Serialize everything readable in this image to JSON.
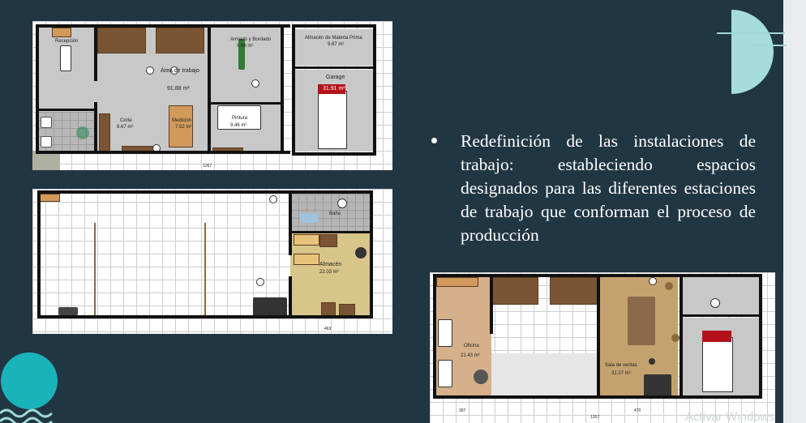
{
  "slide": {
    "bullet_text": "Redefinición de las instalaciones de trabajo: estableciendo espacios designados para las diferentes estaciones de trabajo que conforman el proceso de producción",
    "watermark": "Activar Windows"
  },
  "plan_top": {
    "rooms": {
      "recepcion": "Recepción",
      "area_trabajo": "Área de trabajo",
      "area_trabajo_size": "91.88 m²",
      "armado": "Armado y Bordado",
      "armado_size": "9.98 m²",
      "materia_prima": "Almacén de Materia Prima",
      "materia_prima_size": "9.87 m²",
      "garage": "Garage",
      "garage_size": "31.91 m²",
      "corte": "Corte",
      "corte_size": "8.67 m²",
      "medicion": "Medición",
      "medicion_size": "7.52 m²",
      "pintura": "Pintura",
      "pintura_size": "9.46 m²"
    },
    "dim_bottom": "1267"
  },
  "plan_mid": {
    "rooms": {
      "bano": "Baño",
      "almacen": "Almacén",
      "almacen_size": "22.03 m²"
    },
    "dim_bottom": "463"
  },
  "plan_bot": {
    "rooms": {
      "oficina": "Oficina",
      "oficina_size": "21.43 m²",
      "sala_ventas": "Sala de ventas",
      "sala_ventas_size": "31.27 m²"
    },
    "dims": [
      "397",
      "1267",
      "470"
    ]
  },
  "colors": {
    "background": "#213643",
    "accent_teal": "#1ab3ba",
    "accent_light": "#9fd8da"
  }
}
